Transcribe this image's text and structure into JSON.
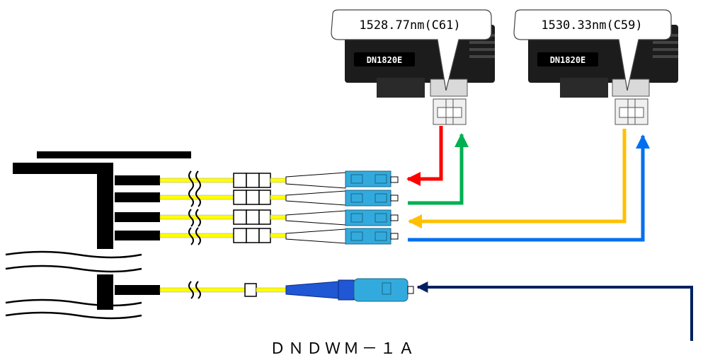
{
  "modules": [
    {
      "wavelength": "1528.77nm(C61)",
      "model": "DN1820E"
    },
    {
      "wavelength": "1530.33nm(C59)",
      "model": "DN1820E"
    }
  ],
  "device_label": "ＤＮＤＷＭ－１Ａ",
  "colors": {
    "red": "#ff0000",
    "green": "#00b050",
    "orange": "#ffc000",
    "blue": "#0070f0",
    "navy": "#002060",
    "fiber": "#ffff00",
    "connector": "#33aadd",
    "module": "#1c1c1c"
  }
}
